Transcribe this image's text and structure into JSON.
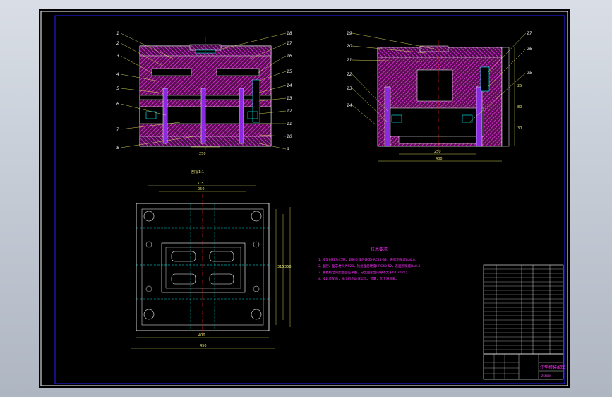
{
  "drawing": {
    "colors": {
      "background": "#000000",
      "frame": "#ffffff",
      "border": "#0000ff",
      "hatch": "#ff33ff",
      "outline": "#ffffff",
      "dimension": "#ffff66",
      "center": "#ff2020",
      "feature": "#00ffff",
      "accent": "#8a2be2"
    },
    "view_left_labels": [
      "1",
      "2",
      "3",
      "4",
      "5",
      "6",
      "7",
      "8"
    ],
    "view_left_right_labels": [
      "18",
      "17",
      "16",
      "15",
      "14",
      "13",
      "12",
      "11",
      "10",
      "9"
    ],
    "view_right_left_labels": [
      "19",
      "20",
      "21",
      "22",
      "23",
      "24"
    ],
    "view_right_right_labels": [
      "27",
      "26",
      "25"
    ],
    "section_label": "剖视1:1"
  },
  "notes": {
    "title": "技术要求",
    "lines": [
      "1. 模架材料为45钢，调质处理后硬度HRC28-32，表面粗糙度Ra0.8；",
      "2. 型腔、型芯材料为P20，热处理后硬度HRC48-52，表面粗糙度Ra0.4；",
      "3. 各模板之间配合面应平整，分型面配合间隙不大于0.02mm；",
      "4. 模具装配后，推出机构动作灵活、可靠，无卡滞现象。"
    ]
  },
  "title_block": {
    "title": "注塑模装配图",
    "code": "ZSMJ-00"
  }
}
